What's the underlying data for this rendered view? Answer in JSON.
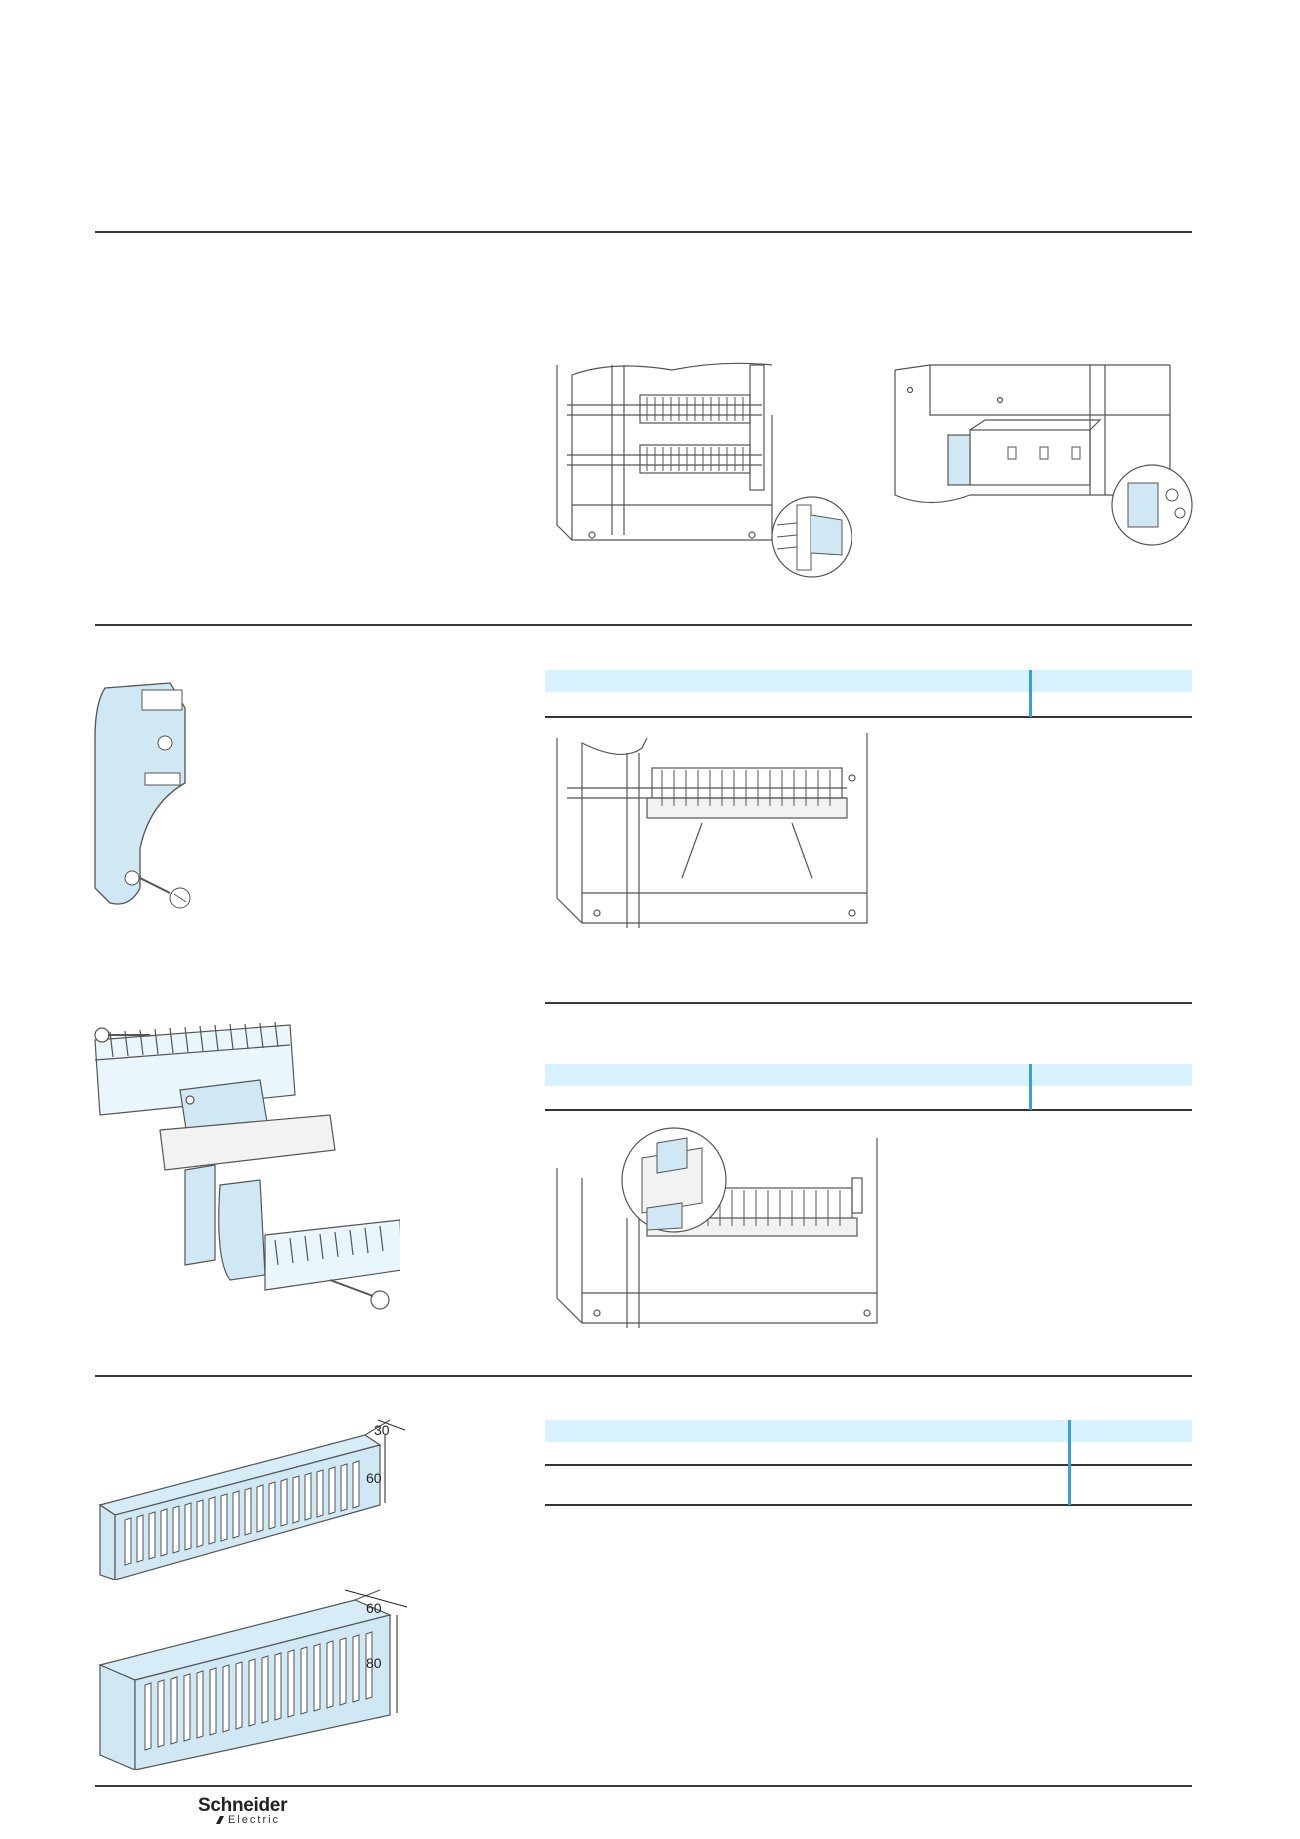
{
  "colors": {
    "rule": "#3a3a3a",
    "table_band": "#d7f2fd",
    "table_divider": "#3a9fd6",
    "part_fill": "#cfe8f4",
    "line_art": "#555555"
  },
  "duct_small": {
    "width_label": "30",
    "height_label": "60"
  },
  "duct_large": {
    "width_label": "60",
    "height_label": "80"
  },
  "footer": {
    "brand": "Schneider",
    "brand_sub": "Electric"
  },
  "icons": {
    "logo": "schneider-electric-logo"
  }
}
